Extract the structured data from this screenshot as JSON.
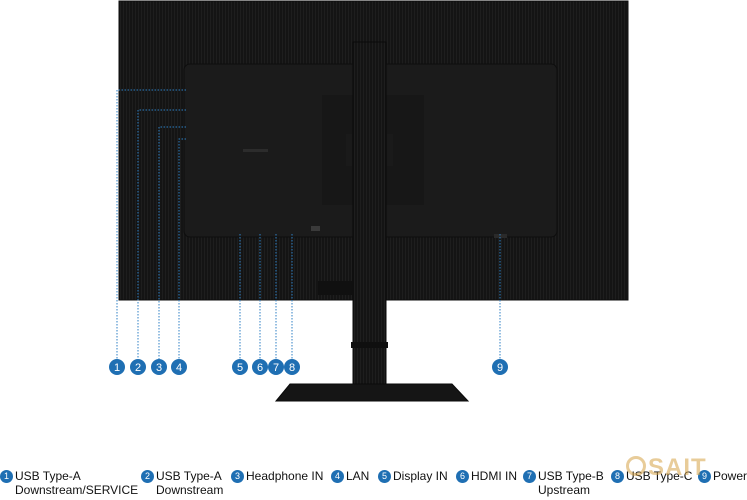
{
  "colors": {
    "callout": "#1f6fb3",
    "monitor": "#131313",
    "panel": "#1c1c1c",
    "stand": "#141414"
  },
  "callouts": [
    {
      "n": "1"
    },
    {
      "n": "2"
    },
    {
      "n": "3"
    },
    {
      "n": "4"
    },
    {
      "n": "5"
    },
    {
      "n": "6"
    },
    {
      "n": "7"
    },
    {
      "n": "8"
    },
    {
      "n": "9"
    }
  ],
  "legend": [
    {
      "n": "1",
      "text": "USB Type-A\nDownstream/SERVICE"
    },
    {
      "n": "2",
      "text": "USB Type-A\nDownstream"
    },
    {
      "n": "3",
      "text": "Headphone IN"
    },
    {
      "n": "4",
      "text": "LAN"
    },
    {
      "n": "5",
      "text": "Display IN"
    },
    {
      "n": "6",
      "text": "HDMI IN"
    },
    {
      "n": "7",
      "text": "USB Type-B\nUpstream"
    },
    {
      "n": "8",
      "text": "USB Type-C"
    },
    {
      "n": "9",
      "text": "Power"
    }
  ],
  "watermark": "SAIT"
}
